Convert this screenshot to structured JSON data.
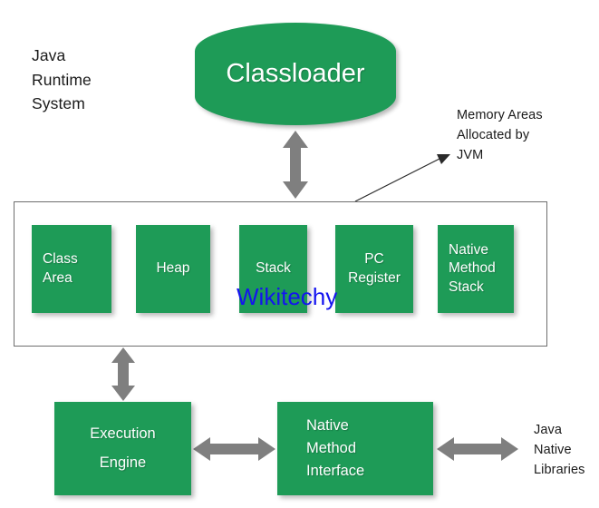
{
  "diagram": {
    "title_label": "Java\nRuntime\nSystem",
    "watermark": "Wikitechy",
    "memory_annotation": "Memory Areas\nAllocated by\nJVM",
    "java_native_libraries": "Java\nNative\nLibraries",
    "classloader": "Classloader",
    "memory_areas": [
      {
        "label": "Class\nArea"
      },
      {
        "label": "Heap"
      },
      {
        "label": "Stack"
      },
      {
        "label": "PC\nRegister"
      },
      {
        "label": "Native\nMethod\nStack"
      }
    ],
    "execution_engine": "Execution\nEngine",
    "native_method_interface": "Native\nMethod\nInterface",
    "colors": {
      "green": "#1E9B57",
      "arrow_gray": "#7F7F7F",
      "watermark_blue": "#1414EF",
      "text_dark": "#1A1A1A",
      "box_border": "#6E6E6E",
      "background": "#FFFFFF"
    }
  }
}
